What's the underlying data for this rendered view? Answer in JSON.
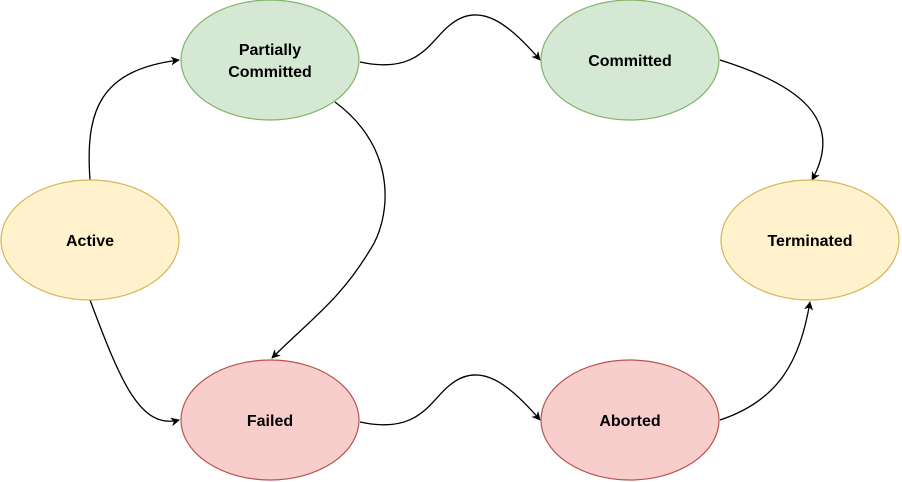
{
  "diagram": {
    "nodes": [
      {
        "id": "active",
        "lines": [
          "Active"
        ],
        "fill": "#fff2cc",
        "stroke": "#d6b656"
      },
      {
        "id": "partially-committed",
        "lines": [
          "Partially",
          "Committed"
        ],
        "fill": "#d5e8d4",
        "stroke": "#82b366"
      },
      {
        "id": "committed",
        "lines": [
          "Committed"
        ],
        "fill": "#d5e8d4",
        "stroke": "#82b366"
      },
      {
        "id": "terminated",
        "lines": [
          "Terminated"
        ],
        "fill": "#fff2cc",
        "stroke": "#d6b656"
      },
      {
        "id": "failed",
        "lines": [
          "Failed"
        ],
        "fill": "#f8cecc",
        "stroke": "#b85450"
      },
      {
        "id": "aborted",
        "lines": [
          "Aborted"
        ],
        "fill": "#f8cecc",
        "stroke": "#b85450"
      }
    ],
    "edges": [
      {
        "from": "active",
        "to": "partially-committed"
      },
      {
        "from": "active",
        "to": "failed"
      },
      {
        "from": "partially-committed",
        "to": "committed"
      },
      {
        "from": "partially-committed",
        "to": "failed"
      },
      {
        "from": "committed",
        "to": "terminated"
      },
      {
        "from": "failed",
        "to": "aborted"
      },
      {
        "from": "aborted",
        "to": "terminated"
      }
    ]
  }
}
